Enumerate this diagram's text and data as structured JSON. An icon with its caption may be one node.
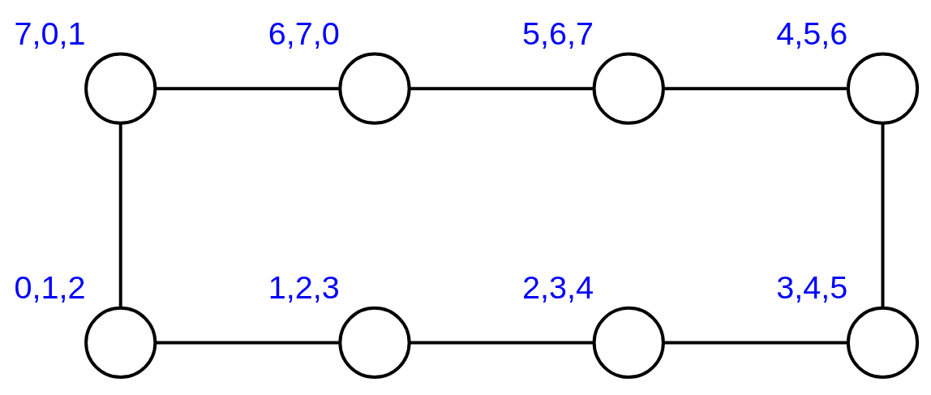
{
  "diagram": {
    "nodes": [
      {
        "text": [],
        "shape": "circle",
        "beside": [
          "7,0,1"
        ]
      },
      {
        "text": [],
        "shape": "circle",
        "beside": [
          "6,7,0"
        ]
      },
      {
        "text": [],
        "shape": "circle",
        "beside": [
          "5,6,7"
        ]
      },
      {
        "text": [],
        "shape": "circle",
        "beside": [
          "4,5,6"
        ]
      },
      {
        "text": [],
        "shape": "circle",
        "beside": [
          "0,1,2"
        ]
      },
      {
        "text": [],
        "shape": "circle",
        "beside": [
          "1,2,3"
        ]
      },
      {
        "text": [],
        "shape": "circle",
        "beside": [
          "2,3,4"
        ]
      },
      {
        "text": [],
        "shape": "circle",
        "beside": [
          "3,4,5"
        ]
      }
    ],
    "edges": [
      {
        "from": 0,
        "to": 1,
        "arrow": "none"
      },
      {
        "from": 1,
        "to": 2,
        "arrow": "none"
      },
      {
        "from": 2,
        "to": 3,
        "arrow": "none"
      },
      {
        "from": 0,
        "to": 4,
        "arrow": "none"
      },
      {
        "from": 3,
        "to": 7,
        "arrow": "none"
      },
      {
        "from": 4,
        "to": 5,
        "arrow": "none"
      },
      {
        "from": 5,
        "to": 6,
        "arrow": "none"
      },
      {
        "from": 6,
        "to": 7,
        "arrow": "none"
      }
    ]
  }
}
